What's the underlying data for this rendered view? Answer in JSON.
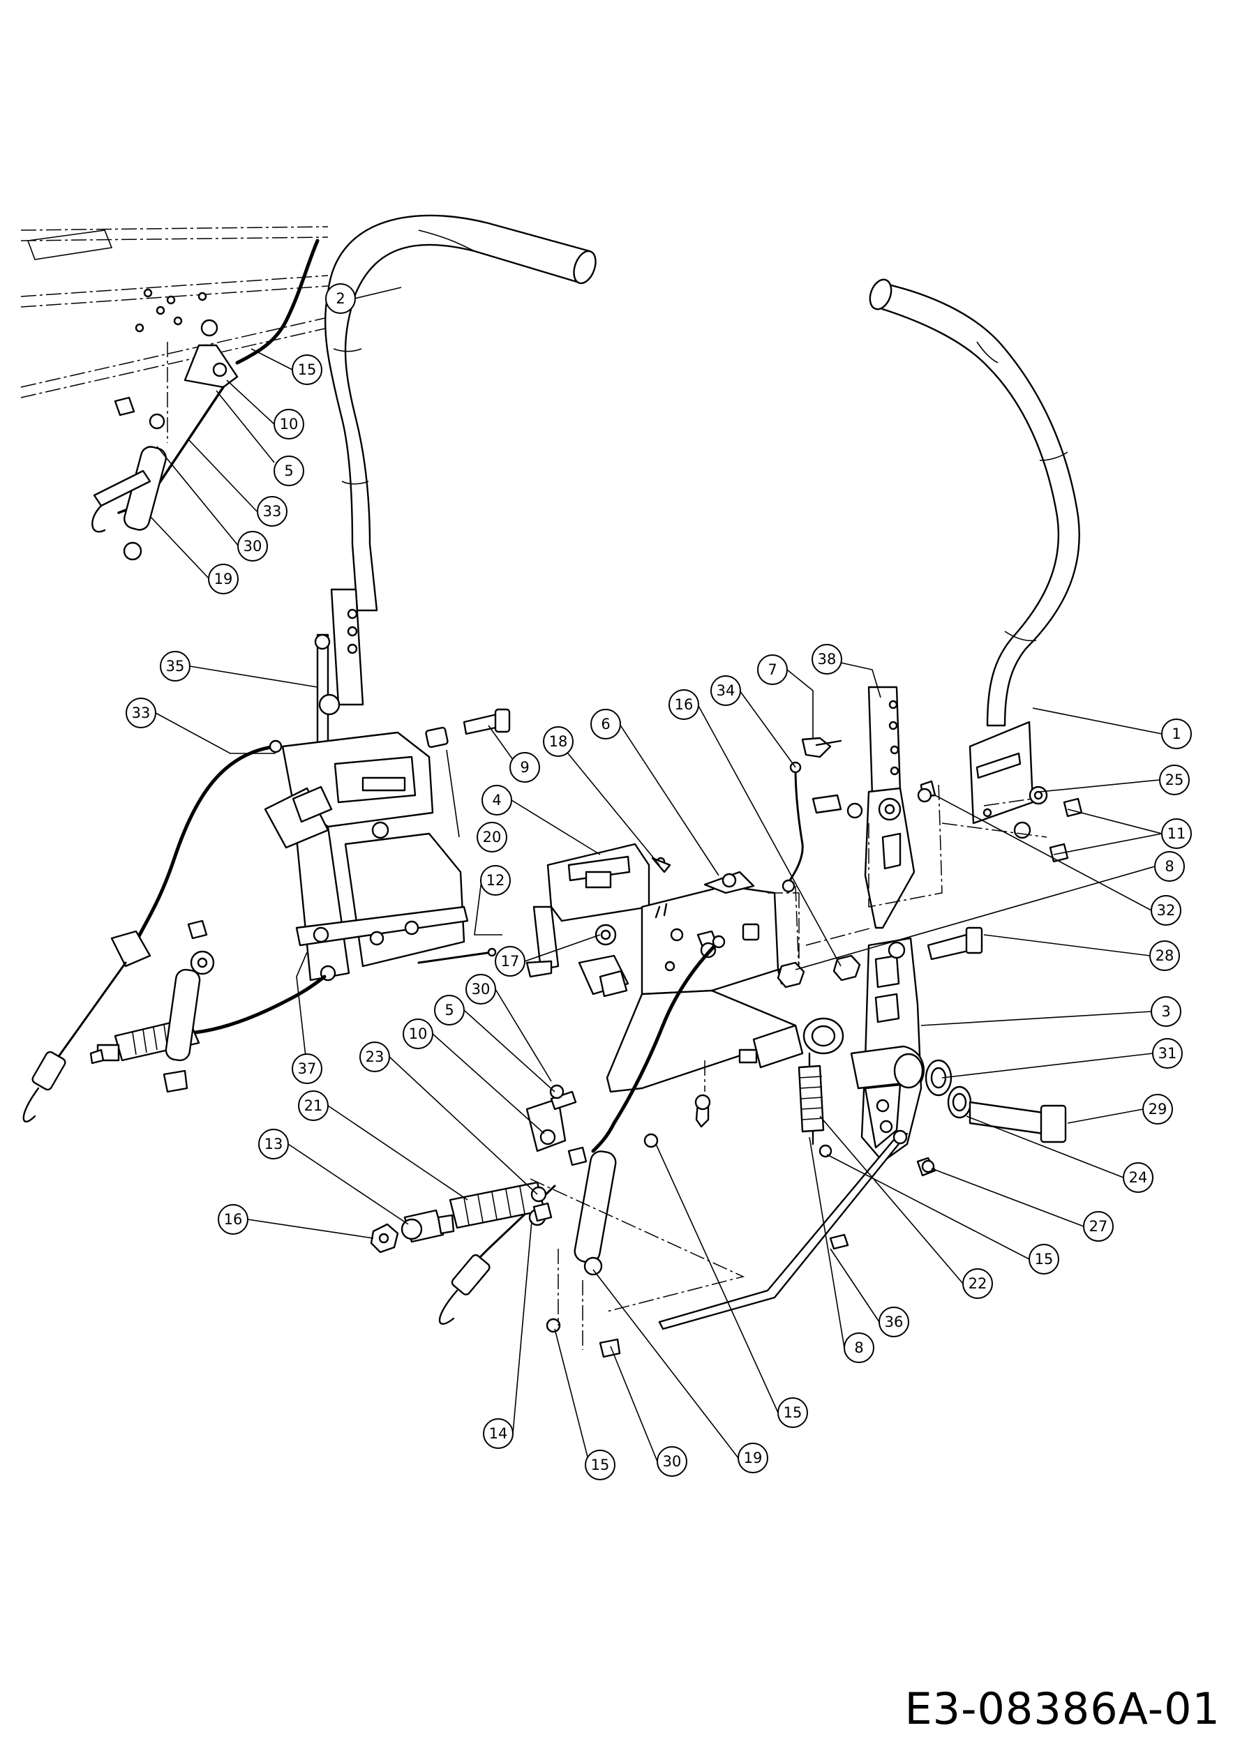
{
  "document_code": "E3-08386A-01",
  "callouts": [
    {
      "label": "2"
    },
    {
      "label": "15"
    },
    {
      "label": "10"
    },
    {
      "label": "5"
    },
    {
      "label": "33"
    },
    {
      "label": "30"
    },
    {
      "label": "19"
    },
    {
      "label": "35"
    },
    {
      "label": "33"
    },
    {
      "label": "9"
    },
    {
      "label": "20"
    },
    {
      "label": "12"
    },
    {
      "label": "4"
    },
    {
      "label": "18"
    },
    {
      "label": "6"
    },
    {
      "label": "16"
    },
    {
      "label": "34"
    },
    {
      "label": "7"
    },
    {
      "label": "38"
    },
    {
      "label": "1"
    },
    {
      "label": "25"
    },
    {
      "label": "11"
    },
    {
      "label": "8"
    },
    {
      "label": "32"
    },
    {
      "label": "28"
    },
    {
      "label": "3"
    },
    {
      "label": "31"
    },
    {
      "label": "29"
    },
    {
      "label": "24"
    },
    {
      "label": "27"
    },
    {
      "label": "15"
    },
    {
      "label": "22"
    },
    {
      "label": "36"
    },
    {
      "label": "8"
    },
    {
      "label": "15"
    },
    {
      "label": "19"
    },
    {
      "label": "30"
    },
    {
      "label": "15"
    },
    {
      "label": "14"
    },
    {
      "label": "16"
    },
    {
      "label": "13"
    },
    {
      "label": "21"
    },
    {
      "label": "23"
    },
    {
      "label": "10"
    },
    {
      "label": "5"
    },
    {
      "label": "30"
    },
    {
      "label": "17"
    },
    {
      "label": "37"
    }
  ]
}
